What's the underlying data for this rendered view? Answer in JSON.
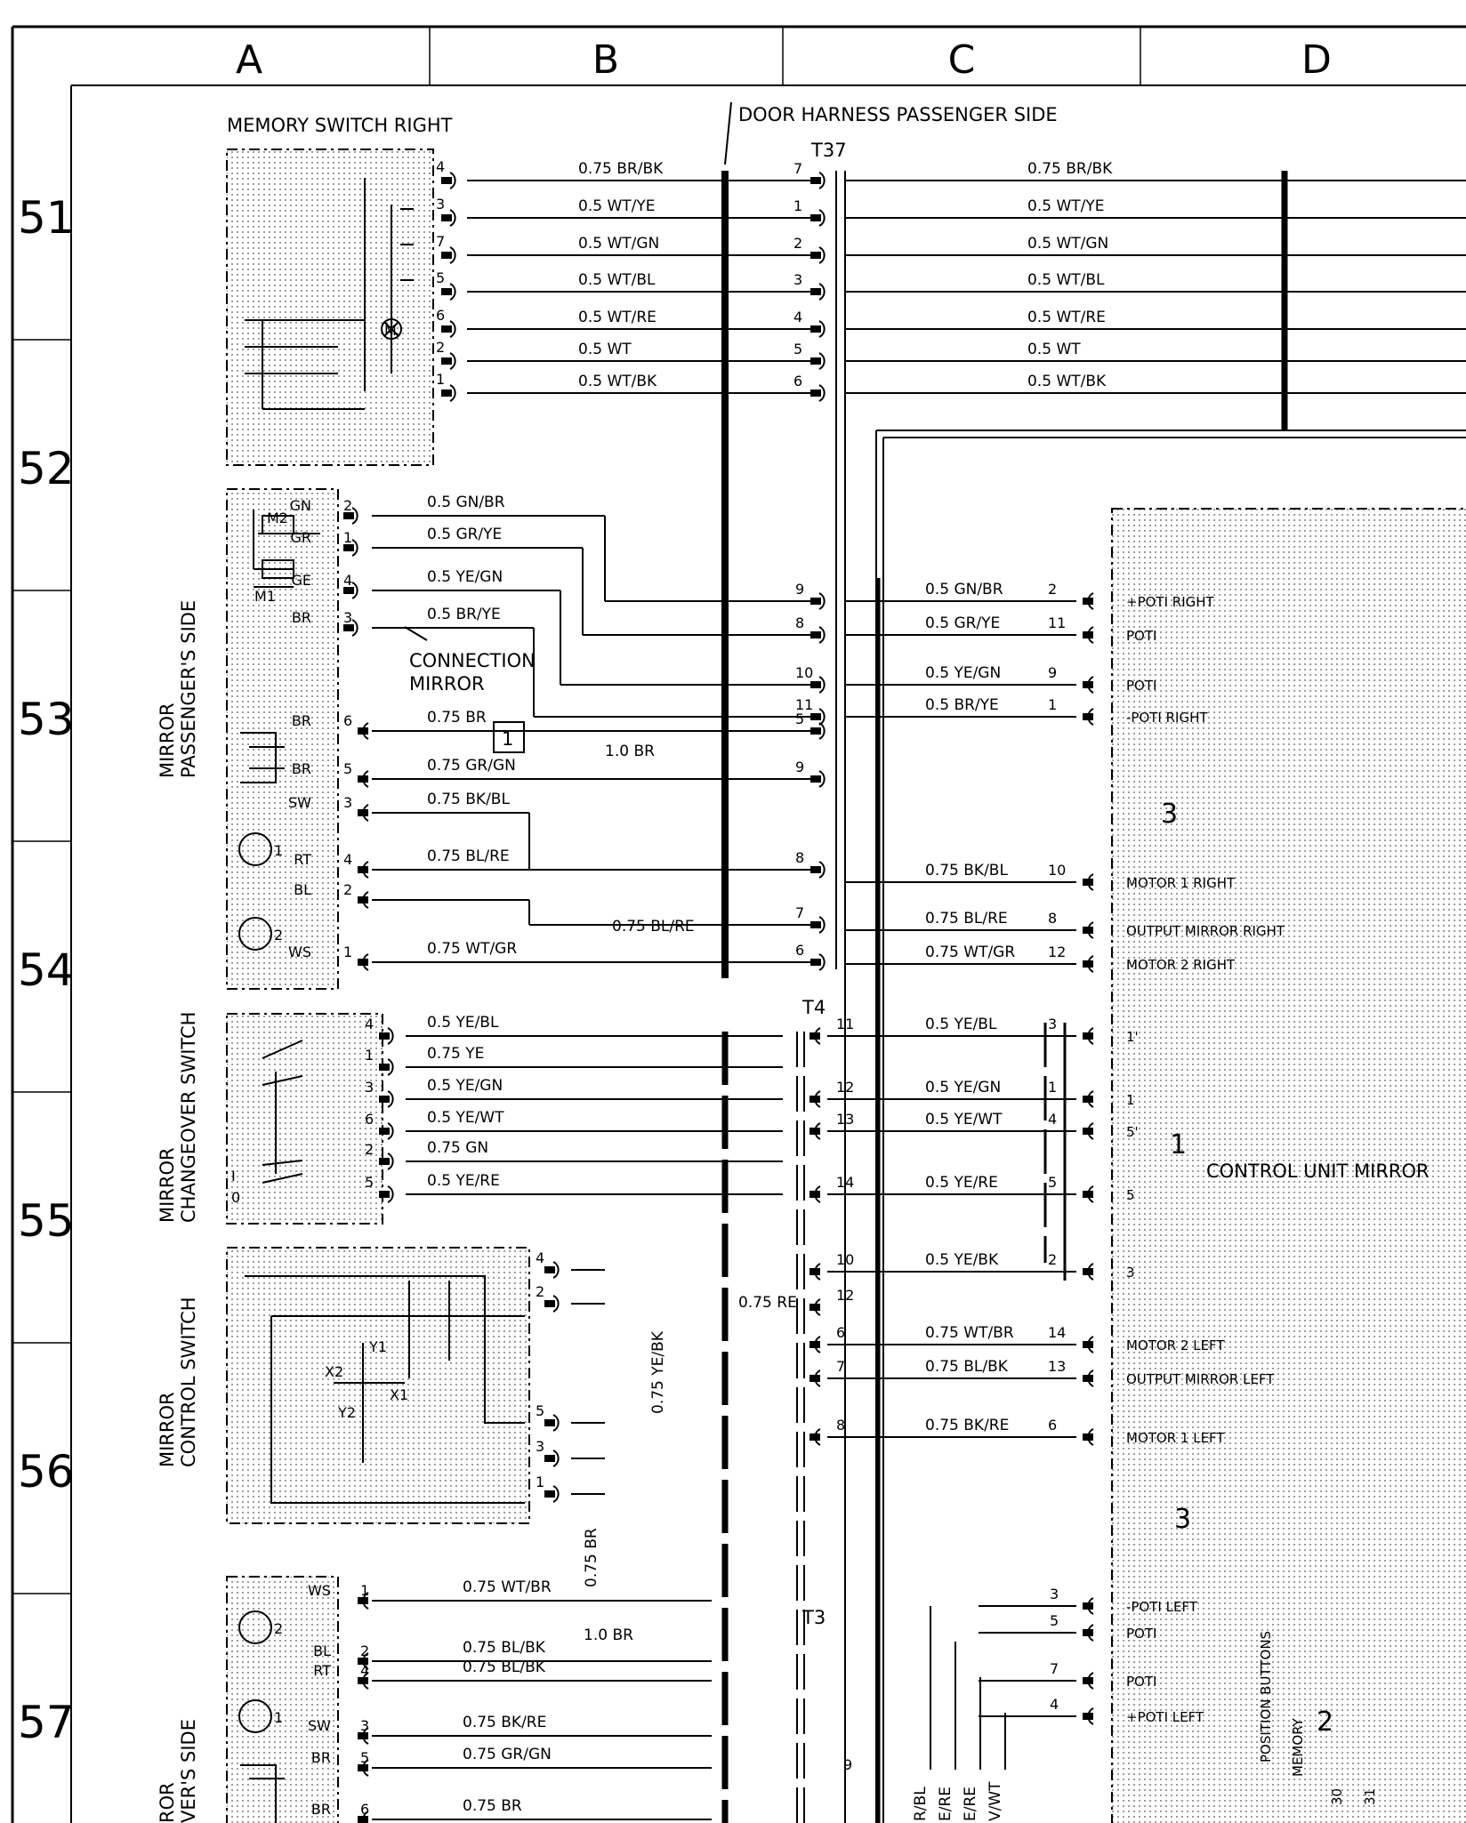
{
  "grid": {
    "columns": [
      "A",
      "B",
      "C",
      "D"
    ],
    "rows": [
      "51",
      "52",
      "53",
      "54",
      "55",
      "56",
      "57"
    ]
  },
  "titles": {
    "memory_switch": "MEMORY SWITCH RIGHT",
    "door_harness": "DOOR HARNESS PASSENGER SIDE",
    "mirror_passenger_1": "MIRROR",
    "mirror_passenger_2": "PASSENGER'S SIDE",
    "changeover_1": "MIRROR",
    "changeover_2": "CHANGEOVER SWITCH",
    "control_switch_1": "MIRROR",
    "control_switch_2": "CONTROL SWITCH",
    "mirror_driver_1": "ROR",
    "mirror_driver_2": "VER'S SIDE",
    "connection_1": "CONNECTION",
    "connection_2": "MIRROR",
    "control_unit": "CONTROL UNIT MIRROR",
    "position_buttons": "POSITION BUTTONS",
    "memory": "MEMORY"
  },
  "connectors": {
    "t37": "T37",
    "t4": "T4",
    "t3": "T3"
  },
  "markers": {
    "m1": "1",
    "m3a": "3",
    "m3b": "3",
    "m2": "2",
    "box1": "1"
  },
  "wires_s51": [
    {
      "pin": "4",
      "label": "0.75 BR/BK",
      "t37": "7",
      "right": "0.75 BR/BK"
    },
    {
      "pin": "3",
      "label": "0.5 WT/YE",
      "t37": "1",
      "right": "0.5 WT/YE"
    },
    {
      "pin": "7",
      "label": "0.5 WT/GN",
      "t37": "2",
      "right": "0.5 WT/GN"
    },
    {
      "pin": "5",
      "label": "0.5 WT/BL",
      "t37": "3",
      "right": "0.5 WT/BL"
    },
    {
      "pin": "6",
      "label": "0.5 WT/RE",
      "t37": "4",
      "right": "0.5 WT/RE"
    },
    {
      "pin": "2",
      "label": "0.5 WT",
      "t37": "5",
      "right": "0.5 WT"
    },
    {
      "pin": "1",
      "label": "0.5 WT/BK",
      "t37": "6",
      "right": "0.5 WT/BK"
    }
  ],
  "mirror_pass_left": [
    {
      "code": "GN",
      "pin": "2",
      "label": "0.5 GN/BR"
    },
    {
      "code": "GR",
      "pin": "1",
      "label": "0.5 GR/YE"
    },
    {
      "code": "GE",
      "pin": "4",
      "label": "0.5 YE/GN"
    },
    {
      "code": "BR",
      "pin": "3",
      "label": "0.5 BR/YE"
    },
    {
      "code": "BR",
      "pin": "6",
      "label": "0.75 BR"
    },
    {
      "code": "BR",
      "pin": "5",
      "label": "0.75 GR/GN"
    },
    {
      "code": "SW",
      "pin": "3",
      "label": "0.75 BK/BL"
    },
    {
      "code": "RT",
      "pin": "4",
      "label": "0.75 BL/RE"
    },
    {
      "code": "BL",
      "pin": "2",
      "label": ""
    },
    {
      "code": "WS",
      "pin": "1",
      "label": "0.75 WT/GR"
    }
  ],
  "wire_10br": "1.0 BR",
  "wire_blre_mid": "0.75 BL/RE",
  "t37_lower_pins": [
    "9",
    "8",
    "10",
    "11",
    "5",
    "9",
    "8",
    "7",
    "6"
  ],
  "cu_upper": [
    {
      "label": "0.5 GN/BR",
      "pin": "2",
      "signal": "+POTI RIGHT"
    },
    {
      "label": "0.5 GR/YE",
      "pin": "11",
      "signal": "POTI"
    },
    {
      "label": "0.5 YE/GN",
      "pin": "9",
      "signal": "POTI"
    },
    {
      "label": "0.5 BR/YE",
      "pin": "1",
      "signal": "-POTI RIGHT"
    },
    {
      "label": "0.75 BK/BL",
      "pin": "10",
      "signal": "MOTOR 1 RIGHT"
    },
    {
      "label": "0.75 BL/RE",
      "pin": "8",
      "signal": "OUTPUT MIRROR RIGHT"
    },
    {
      "label": "0.75 WT/GR",
      "pin": "12",
      "signal": "MOTOR 2 RIGHT"
    }
  ],
  "changeover": [
    {
      "pin": "4",
      "label": "0.5 YE/BL"
    },
    {
      "pin": "1",
      "label": "0.75 YE"
    },
    {
      "pin": "3",
      "label": "0.5 YE/GN"
    },
    {
      "pin": "6",
      "label": "0.5 YE/WT"
    },
    {
      "pin": "2",
      "label": "0.75 GN"
    },
    {
      "pin": "5",
      "label": "0.5 YE/RE"
    }
  ],
  "changeover_switch_marks": {
    "i": "I",
    "zero": "0"
  },
  "t4_rows": [
    {
      "t4": "11",
      "label": "0.5 YE/BL",
      "cu_pin": "3",
      "signal": "1'"
    },
    {
      "t4": "12",
      "label": "0.5 YE/GN",
      "cu_pin": "1",
      "signal": "1"
    },
    {
      "t4": "13",
      "label": "0.5 YE/WT",
      "cu_pin": "4",
      "signal": "5'"
    },
    {
      "t4": "14",
      "label": "0.5 YE/RE",
      "cu_pin": "5",
      "signal": "5"
    },
    {
      "t4": "10",
      "label": "0.5 YE/BK",
      "cu_pin": "2",
      "signal": "3"
    },
    {
      "t4": "12",
      "label": "",
      "cu_pin": "",
      "signal": ""
    },
    {
      "t4": "6",
      "label": "0.75 WT/BR",
      "cu_pin": "14",
      "signal": "MOTOR 2 LEFT"
    },
    {
      "t4": "7",
      "label": "0.75 BL/BK",
      "cu_pin": "13",
      "signal": "OUTPUT MIRROR LEFT"
    },
    {
      "t4": "8",
      "label": "0.75 BK/RE",
      "cu_pin": "6",
      "signal": "MOTOR 1 LEFT"
    }
  ],
  "wire_075re": "0.75 RE",
  "control_switch": {
    "pins": [
      "4",
      "2",
      "5",
      "3",
      "1"
    ],
    "axes": {
      "y1": "Y1",
      "x2": "X2",
      "x1": "X1",
      "y2": "Y2"
    },
    "wire_yebk": "0.75 YE/BK",
    "wire_br": "0.75 BR"
  },
  "mirror_driver": [
    {
      "code": "WS",
      "pin": "1",
      "label": "0.75 WT/BR"
    },
    {
      "code": "BL",
      "pin": "2",
      "label": "0.75 BL/BK"
    },
    {
      "code": "RT",
      "pin": "4",
      "label": "0.75 BL/BK"
    },
    {
      "code": "SW",
      "pin": "3",
      "label": "0.75 BK/RE"
    },
    {
      "code": "BR",
      "pin": "5",
      "label": "0.75 GR/GN"
    },
    {
      "code": "BR",
      "pin": "6",
      "label": "0.75 BR"
    }
  ],
  "t3_pin": "9",
  "wire_driver_10br": "1.0 BR",
  "cu_lower": [
    {
      "pin": "3",
      "signal": "-POTI LEFT"
    },
    {
      "pin": "5",
      "signal": "POTI"
    },
    {
      "pin": "7",
      "signal": "POTI"
    },
    {
      "pin": "4",
      "signal": "+POTI LEFT"
    }
  ],
  "bottom_vertical_labels": [
    "R/BL",
    "E/RE",
    "E/RE",
    "V/WT"
  ],
  "memory_terminals": [
    "30",
    "31"
  ],
  "motor_labels": {
    "m": "M",
    "one": "1",
    "two": "2",
    "m1": "M1",
    "m2": "M2"
  }
}
